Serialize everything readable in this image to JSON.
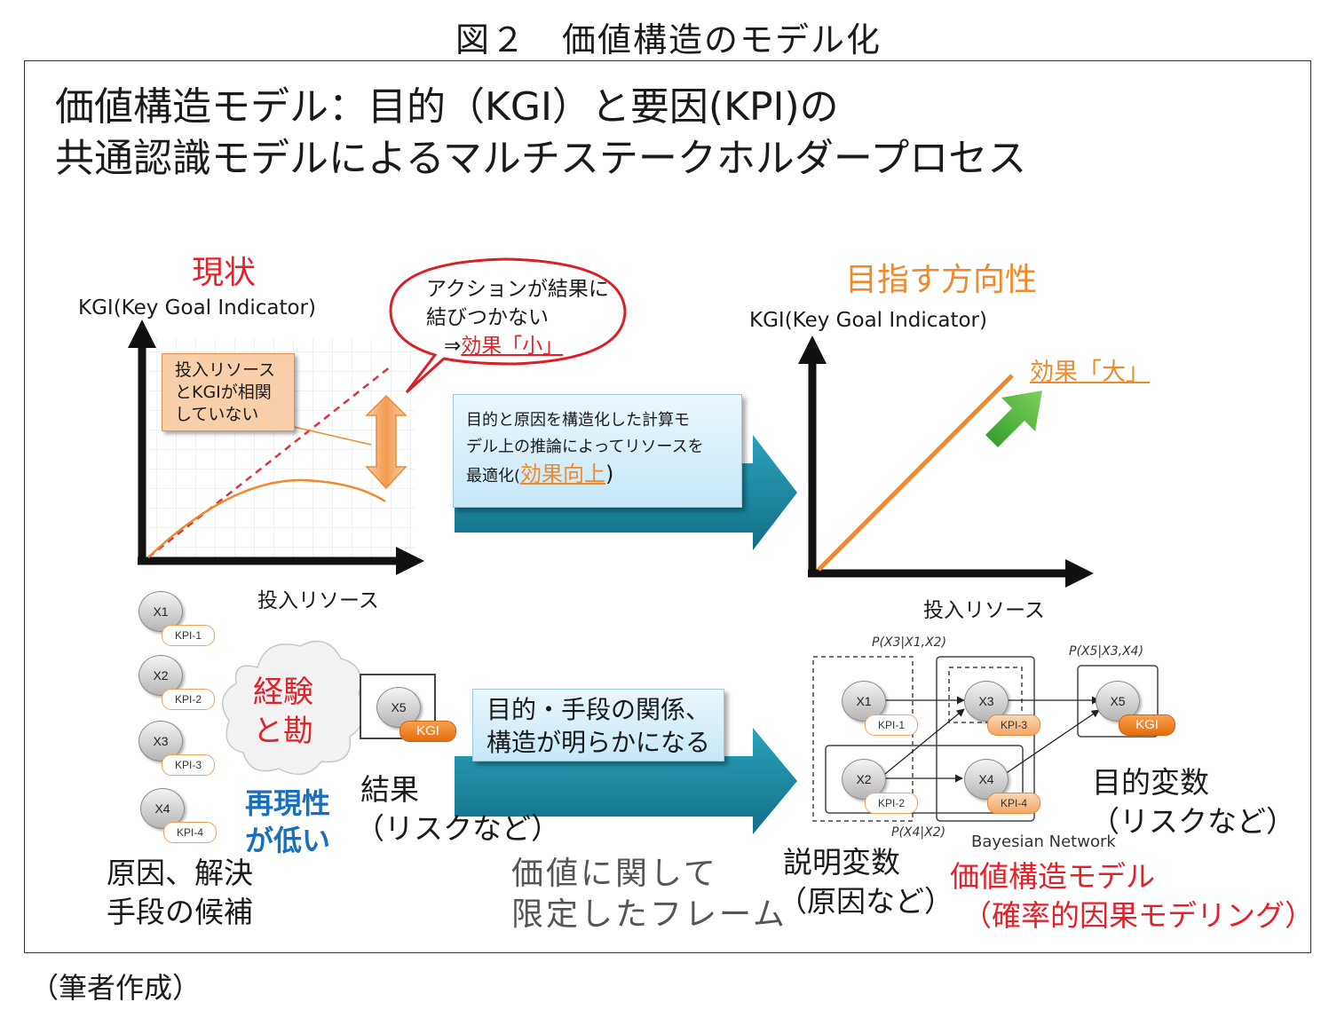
{
  "figure_title": "図２　価値構造のモデル化",
  "heading": {
    "line1": "価値構造モデル：目的（KGI）と要因(KPI)の",
    "line2": "共通認識モデルによるマルチステークホルダープロセス"
  },
  "left_chart": {
    "label": "現状",
    "y_axis": "KGI(Key Goal Indicator)",
    "x_axis": "投入リソース",
    "callout": [
      "投入リソース",
      "とKGIが相関",
      "していない"
    ],
    "bubble_line1": "アクションが結果に",
    "bubble_line2": "結びつかない",
    "bubble_prefix": "⇒",
    "bubble_effect": "効果「小」"
  },
  "right_chart": {
    "label": "目指す方向性",
    "y_axis": "KGI(Key Goal Indicator)",
    "x_axis": "投入リソース",
    "effect": "効果「大」"
  },
  "arrow_top": {
    "line1": "目的と原因を構造化した計算モ",
    "line2": "デル上の推論によってリソースを",
    "line3_prefix": "最適化(",
    "line3_effect": "効果向上",
    "line3_suffix": ")"
  },
  "arrow_bottom": {
    "line1": "目的・手段の関係、",
    "line2": "構造が明らかになる"
  },
  "left_nodes": [
    {
      "x": "X1",
      "kpi": "KPI-1"
    },
    {
      "x": "X2",
      "kpi": "KPI-2"
    },
    {
      "x": "X3",
      "kpi": "KPI-3"
    },
    {
      "x": "X4",
      "kpi": "KPI-4"
    }
  ],
  "cloud": {
    "line1": "経験",
    "line2": "と勘"
  },
  "reproducibility": {
    "line1": "再現性",
    "line2": "が低い"
  },
  "causes": {
    "line1": "原因、解決",
    "line2": "手段の候補"
  },
  "result_node": {
    "x": "X5",
    "kgi": "KGI"
  },
  "result_label": {
    "line1": "結果",
    "line2": "（リスクなど）"
  },
  "limited_frame": {
    "line1": "価値に関して",
    "line2": "限定したフレーム"
  },
  "bayes": {
    "nodes": [
      {
        "x": "X1",
        "kpi": "KPI-1"
      },
      {
        "x": "X2",
        "kpi": "KPI-2"
      },
      {
        "x": "X3",
        "kpi": "KPI-3"
      },
      {
        "x": "X4",
        "kpi": "KPI-4"
      },
      {
        "x": "X5",
        "kpi": "KGI"
      }
    ],
    "p_x3": "P(X3|X1,X2)",
    "p_x5": "P(X5|X3,X4)",
    "p_x4": "P(X4|X2)",
    "network_label": "Bayesian Network"
  },
  "objective": {
    "line1": "目的変数",
    "line2": "（リスクなど）"
  },
  "explanatory": {
    "line1": "説明変数",
    "line2": "（原因など）"
  },
  "value_model": {
    "line1": "価値構造モデル",
    "line2": "（確率的因果モデリング）"
  },
  "source": "（筆者作成）",
  "colors": {
    "red": "#e1222a",
    "orange": "#ee8a2d",
    "blue": "#1a6fbd",
    "teal": "#1f8fa8",
    "green": "#3aaa35"
  }
}
